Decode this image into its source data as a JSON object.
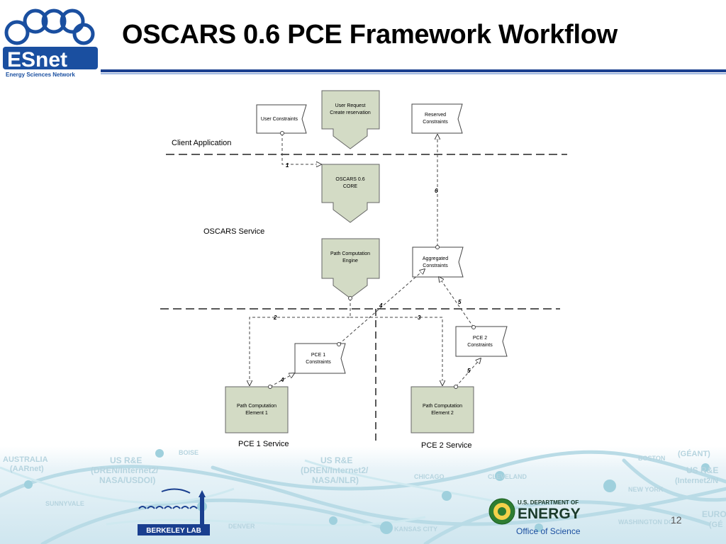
{
  "slide": {
    "title": "OSCARS 0.6 PCE Framework Workflow",
    "page_number": "12"
  },
  "logos": {
    "esnet": {
      "wordmark": "ESnet",
      "tagline": "Energy Sciences Network"
    },
    "berkeley": {
      "text": "BERKELEY LAB"
    },
    "doe": {
      "line1": "U.S. DEPARTMENT OF",
      "line2": "ENERGY",
      "line3": "Office of Science"
    }
  },
  "diagram": {
    "sections": {
      "client": "Client Application",
      "oscars": "OSCARS Service",
      "pce1": "PCE 1 Service",
      "pce2": "PCE 2 Service"
    },
    "nodes": {
      "user_constraints": "User Constraints",
      "user_request_1": "User Request",
      "user_request_2": "Create reservation",
      "reserved_1": "Reserved",
      "reserved_2": "Constraints",
      "core_1": "OSCARS 0.6",
      "core_2": "CORE",
      "pce_engine_1": "Path Computation",
      "pce_engine_2": "Engine",
      "aggregated_1": "Aggregated",
      "aggregated_2": "Constraints",
      "pce1_constraints_1": "PCE 1",
      "pce1_constraints_2": "Constraints",
      "pce2_constraints_1": "PCE 2",
      "pce2_constraints_2": "Constraints",
      "pce_element1_1": "Path Computation",
      "pce_element1_2": "Element 1",
      "pce_element2_1": "Path Computation",
      "pce_element2_2": "Element 2"
    },
    "steps": {
      "s1": "1",
      "s2": "2",
      "s3": "3",
      "s4a": "4",
      "s4b": "4",
      "s5a": "5",
      "s5b": "5",
      "s6": "6"
    }
  },
  "map_labels": {
    "australia": "AUSTRALIA",
    "aarnet": "(AARnet)",
    "usre_left_1": "US R&E",
    "usre_left_2": "(DREN/Internet2/",
    "usre_left_3": "NASA/USDOI)",
    "boise": "BOISE",
    "usre_mid_1": "US R&E",
    "usre_mid_2": "(DREN/Internet2/",
    "usre_mid_3": "NASA/NLR)",
    "sunnyvale": "SUNNYVALE",
    "chicago": "CHICAGO",
    "cleveland": "CLEVELAND",
    "boston": "BOSTON",
    "geant_top": "(GÉANT)",
    "usre_right_1": "US R&E",
    "usre_right_2": "(Internet2/N",
    "new_york": "NEW YORK",
    "denver": "DENVER",
    "kansas_city": "KANSAS CITY",
    "washington": "WASHINGTON DC",
    "euro": "EURO",
    "geant_bottom": "(GÉ"
  }
}
